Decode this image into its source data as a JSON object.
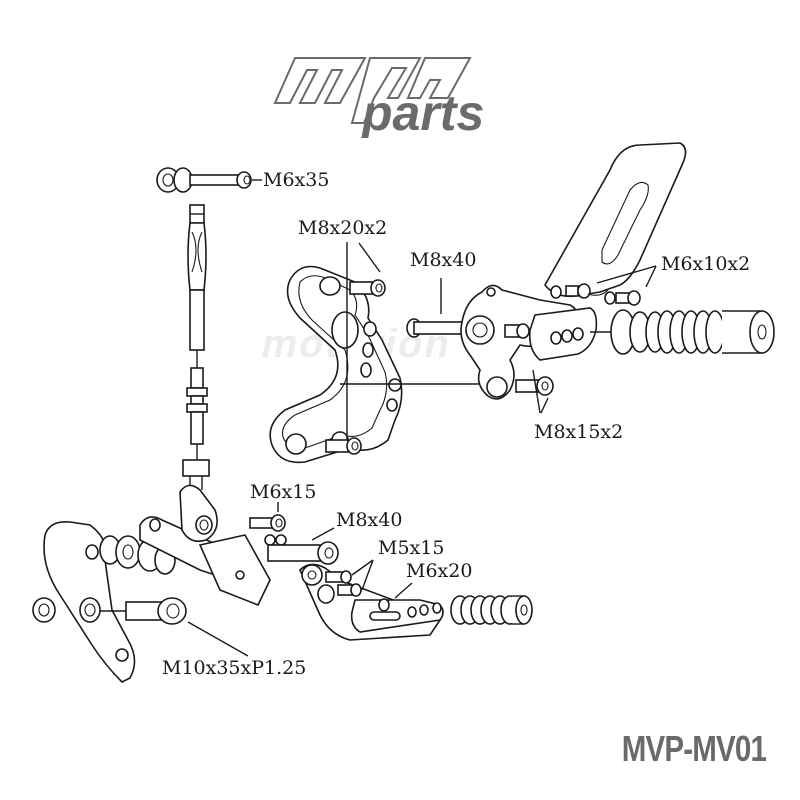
{
  "brand": {
    "logo_top": "mv",
    "logo_bottom": "parts",
    "watermark": "motorion",
    "product_code": "MVP-MV01"
  },
  "diagram": {
    "title": "Rearset exploded parts diagram",
    "labels": {
      "m6x35": "M6x35",
      "m8x20x2": "M8x20x2",
      "m8x40_top": "M8x40",
      "m6x10x2": "M6x10x2",
      "m8x15x2": "M8x15x2",
      "m6x15": "M6x15",
      "m8x40_bottom": "M8x40",
      "m5x15": "M5x15",
      "m6x20": "M6x20",
      "m10x35": "M10x35xP1.25"
    }
  },
  "colors": {
    "line": "#1a1a1a",
    "logo_gray": "#6b6b6b",
    "code_gray": "#6a6a6a",
    "background": "#ffffff"
  }
}
